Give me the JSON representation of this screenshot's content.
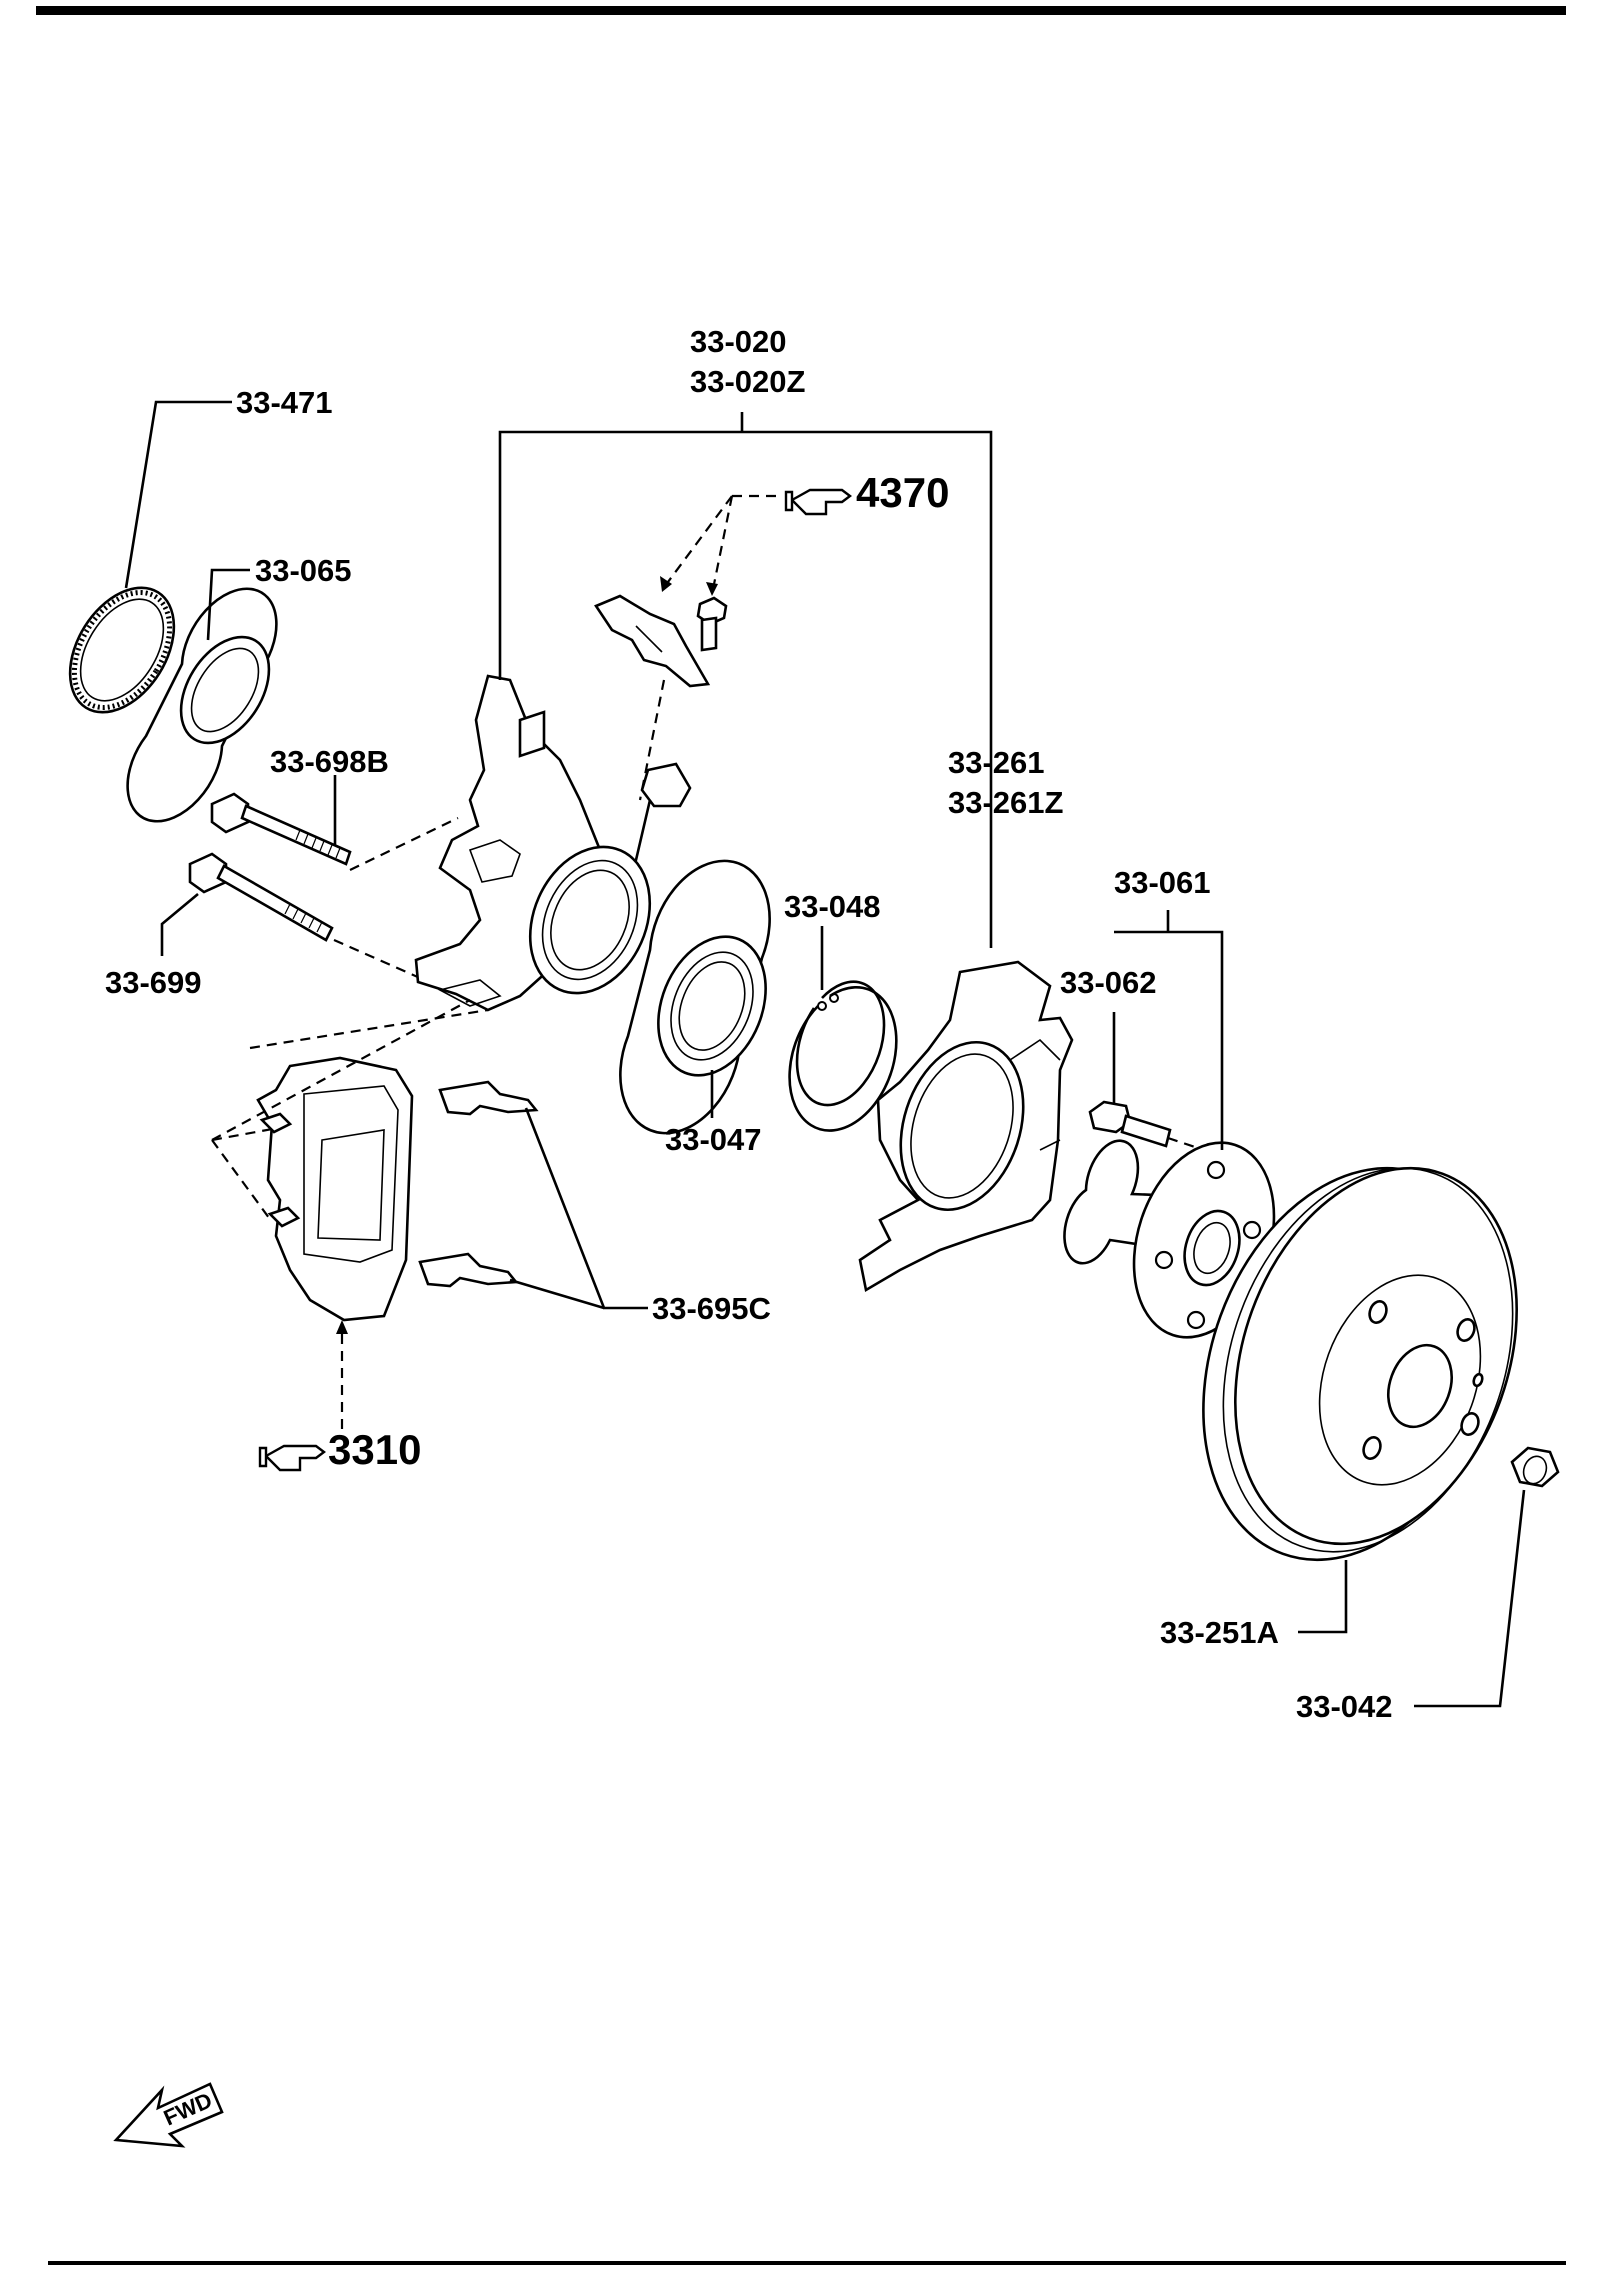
{
  "labels": {
    "p33_471": "33-471",
    "p33_065": "33-065",
    "p33_698B": "33-698B",
    "p33_699": "33-699",
    "p33_020": "33-020",
    "p33_020Z": "33-020Z",
    "p33_048": "33-048",
    "p33_047": "33-047",
    "p33_261": "33-261",
    "p33_261Z": "33-261Z",
    "p33_061": "33-061",
    "p33_062": "33-062",
    "p33_695C": "33-695C",
    "p33_251A": "33-251A",
    "p33_042": "33-042"
  },
  "references": {
    "knuckle_ref": "4370",
    "caliper_ref": "3310"
  },
  "direction": {
    "fwd": "FWD"
  },
  "icons": {
    "reference": "pointing-hand-icon",
    "direction": "forward-arrow-icon"
  }
}
